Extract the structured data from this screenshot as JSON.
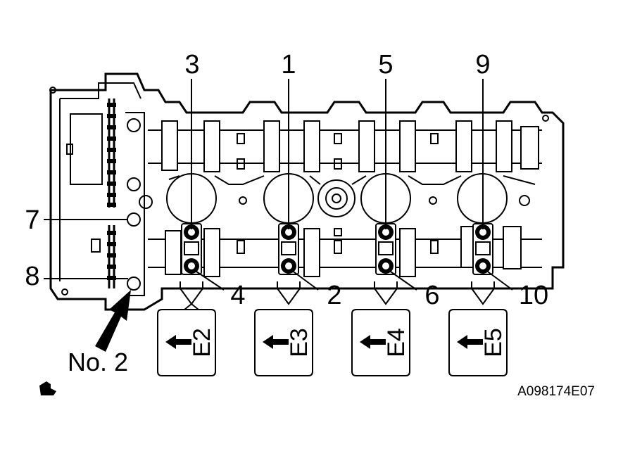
{
  "bolts_top": [
    {
      "num": "3",
      "lower": "4",
      "cap": "E2"
    },
    {
      "num": "1",
      "lower": "2",
      "cap": "E3"
    },
    {
      "num": "5",
      "lower": "6",
      "cap": "E4"
    },
    {
      "num": "9",
      "lower": "10",
      "cap": "E5"
    }
  ],
  "side_labels": {
    "seven": "7",
    "eight": "8"
  },
  "no2_label": "No. 2",
  "figure_code": "A098174E07",
  "corner_icon": "hand-symbol-icon"
}
